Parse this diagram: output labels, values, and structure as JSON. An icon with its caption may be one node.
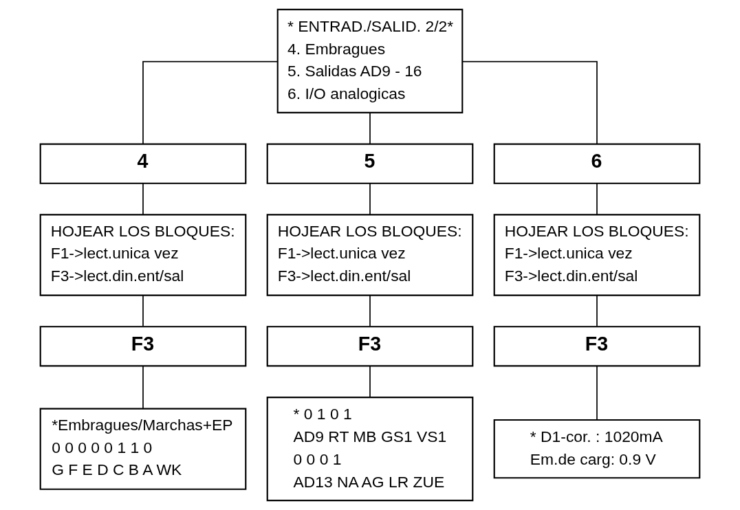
{
  "diagram": {
    "nodes": [
      {
        "text": [
          "* ENTRAD./SALID. 2/2*",
          "4. Embragues",
          "5. Salidas AD9 - 16",
          "6. I/O analogicas"
        ]
      },
      {
        "text": [
          "4"
        ]
      },
      {
        "text": [
          "5"
        ]
      },
      {
        "text": [
          "6"
        ]
      },
      {
        "text": [
          "HOJEAR LOS BLOQUES:",
          "F1->lect.unica vez",
          "F3->lect.din.ent/sal"
        ]
      },
      {
        "text": [
          "HOJEAR LOS BLOQUES:",
          "F1->lect.unica vez",
          "F3->lect.din.ent/sal"
        ]
      },
      {
        "text": [
          "HOJEAR LOS BLOQUES:",
          "F1->lect.unica vez",
          "F3->lect.din.ent/sal"
        ]
      },
      {
        "text": [
          "F3"
        ]
      },
      {
        "text": [
          "F3"
        ]
      },
      {
        "text": [
          "F3"
        ]
      },
      {
        "text": [
          "*Embragues/Marchas+EP",
          "0 0 0 0 0 1 1 0",
          "G F E D C B A WK"
        ]
      },
      {
        "text": [
          "* 0 1 0 1",
          "AD9 RT MB GS1 VS1",
          "0 0 0 1",
          "AD13 NA AG LR ZUE"
        ]
      },
      {
        "text": [
          "* D1-cor. : 1020mA",
          "Em.de carg: 0.9 V"
        ]
      }
    ],
    "edges": [
      {
        "from": 0,
        "to": 1,
        "arrow": "none"
      },
      {
        "from": 0,
        "to": 2,
        "arrow": "none"
      },
      {
        "from": 0,
        "to": 3,
        "arrow": "none"
      },
      {
        "from": 1,
        "to": 4,
        "arrow": "none"
      },
      {
        "from": 2,
        "to": 5,
        "arrow": "none"
      },
      {
        "from": 3,
        "to": 6,
        "arrow": "none"
      },
      {
        "from": 4,
        "to": 7,
        "arrow": "none"
      },
      {
        "from": 5,
        "to": 8,
        "arrow": "none"
      },
      {
        "from": 6,
        "to": 9,
        "arrow": "none"
      },
      {
        "from": 7,
        "to": 10,
        "arrow": "none"
      },
      {
        "from": 8,
        "to": 11,
        "arrow": "none"
      },
      {
        "from": 9,
        "to": 12,
        "arrow": "none"
      }
    ]
  }
}
